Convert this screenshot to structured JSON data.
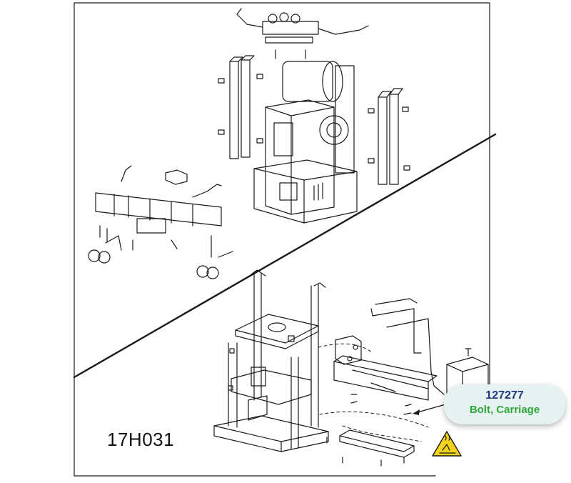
{
  "figure": {
    "id": "17H031"
  },
  "callout": {
    "part_number": "127277",
    "description": "Bolt, Carriage"
  },
  "icons": {
    "warning": "hot-surface-warning-icon"
  },
  "colors": {
    "line": "#1a1a1a",
    "callout_bg": "#e6f1f1",
    "part_number": "#1f3a78",
    "description": "#2fa83a",
    "warning_yellow": "#f2d21b"
  }
}
